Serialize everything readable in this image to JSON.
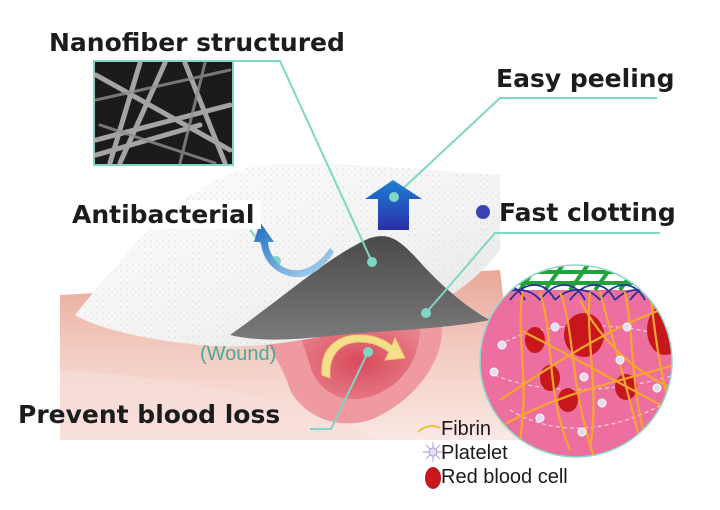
{
  "diagram": {
    "labels": {
      "nanofiber": "Nanofiber structured",
      "easy_peeling": "Easy peeling",
      "antibacterial": "Antibacterial",
      "fast_clotting": "Fast clotting",
      "wound": "(Wound)",
      "prevent_blood_loss": "Prevent blood loss"
    },
    "legend": [
      {
        "icon": "fibrin-icon",
        "label": "Fibrin"
      },
      {
        "icon": "platelet-icon",
        "label": "Platelet"
      },
      {
        "icon": "red-blood-cell-icon",
        "label": "Red blood cell"
      }
    ],
    "colors": {
      "callout_line": "#7fd6c6",
      "label_text": "#1c1c1c",
      "wound_text": "#4aa89a",
      "arrow_blue": "#2a48b8",
      "dot_blue": "#3a44b0",
      "mesh_green": "#22a23a",
      "mesh_navy": "#2a2f9a",
      "tissue_pink": "#ec6f9f",
      "fibrin_orange": "#f6a531",
      "rbc_red": "#c8161d",
      "skin": "#f1c9bf"
    }
  }
}
